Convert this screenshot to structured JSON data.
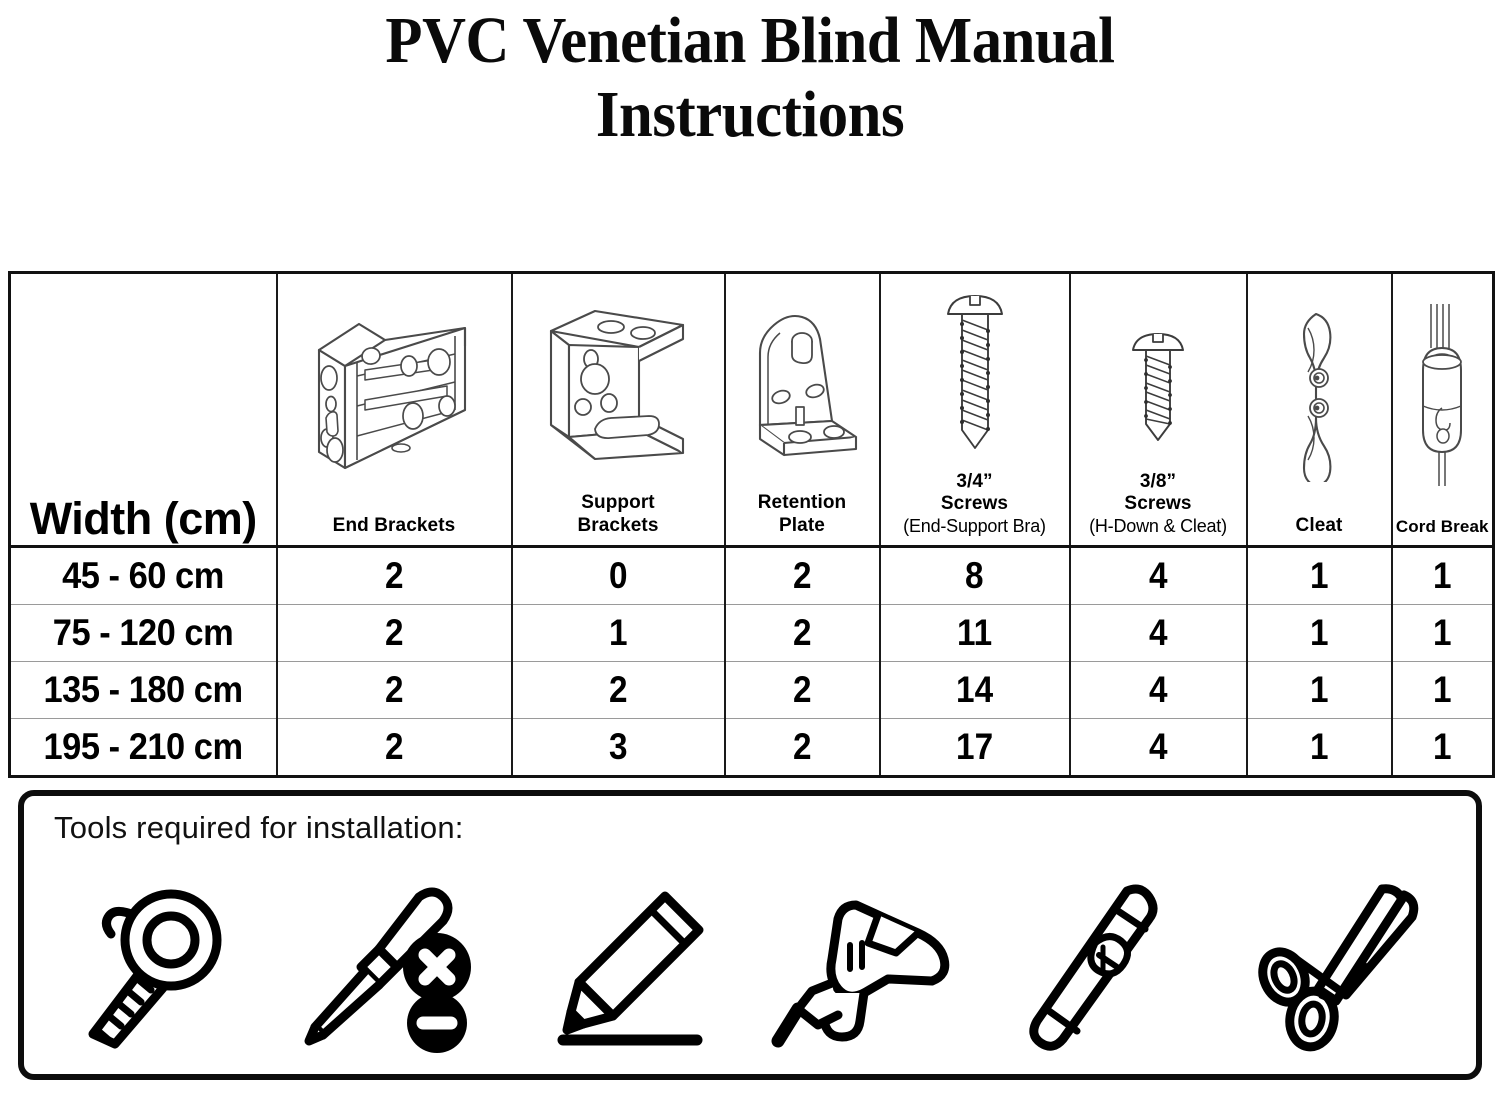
{
  "title": {
    "line1": "PVC Venetian Blind Manual",
    "line2": "Instructions"
  },
  "table": {
    "width_header": "Width (cm)",
    "columns": [
      {
        "label": "End Brackets",
        "icon": "end-bracket-icon",
        "sub": ""
      },
      {
        "label": "Support\nBrackets",
        "label_l1": "Support",
        "label_l2": "Brackets",
        "icon": "support-bracket-icon",
        "sub": ""
      },
      {
        "label": "Retention Plate",
        "label_l1": "Retention",
        "label_l2": "Plate",
        "icon": "retention-plate-icon",
        "sub": ""
      },
      {
        "label": "3/4” Screws",
        "label_l1": "3/4”",
        "label_l2": "Screws",
        "icon": "screw-large-icon",
        "sub": "(End-Support Bra)"
      },
      {
        "label": "3/8” Screws",
        "label_l1": "3/8”",
        "label_l2": "Screws",
        "icon": "screw-small-icon",
        "sub": "(H-Down & Cleat)"
      },
      {
        "label": "Cleat",
        "label_l1": "Cleat",
        "label_l2": "",
        "icon": "cleat-icon",
        "sub": ""
      },
      {
        "label": "Cord Break",
        "label_l1": "Cord Break",
        "label_l2": "",
        "icon": "cord-break-icon",
        "sub": ""
      }
    ],
    "rows": [
      {
        "width": "45 - 60 cm",
        "end_brackets": "2",
        "support_brackets": "0",
        "retention_plate": "2",
        "screws_34": "8",
        "screws_38": "4",
        "cleat": "1",
        "cord_break": "1"
      },
      {
        "width": "75 - 120 cm",
        "end_brackets": "2",
        "support_brackets": "1",
        "retention_plate": "2",
        "screws_34": "11",
        "screws_38": "4",
        "cleat": "1",
        "cord_break": "1"
      },
      {
        "width": "135 - 180 cm",
        "end_brackets": "2",
        "support_brackets": "2",
        "retention_plate": "2",
        "screws_34": "14",
        "screws_38": "4",
        "cleat": "1",
        "cord_break": "1"
      },
      {
        "width": "195 - 210 cm",
        "end_brackets": "2",
        "support_brackets": "3",
        "retention_plate": "2",
        "screws_34": "17",
        "screws_38": "4",
        "cleat": "1",
        "cord_break": "1"
      }
    ]
  },
  "tools": {
    "heading": "Tools required for installation:",
    "items": [
      {
        "name": "tape-measure-icon"
      },
      {
        "name": "screwdriver-icon"
      },
      {
        "name": "pencil-icon"
      },
      {
        "name": "power-drill-icon"
      },
      {
        "name": "spirit-level-icon"
      },
      {
        "name": "scissors-icon"
      }
    ]
  },
  "colors": {
    "ink": "#000000",
    "line": "#1a1a1a",
    "rule": "#9a9a9a",
    "art": "#3a3a3a"
  }
}
